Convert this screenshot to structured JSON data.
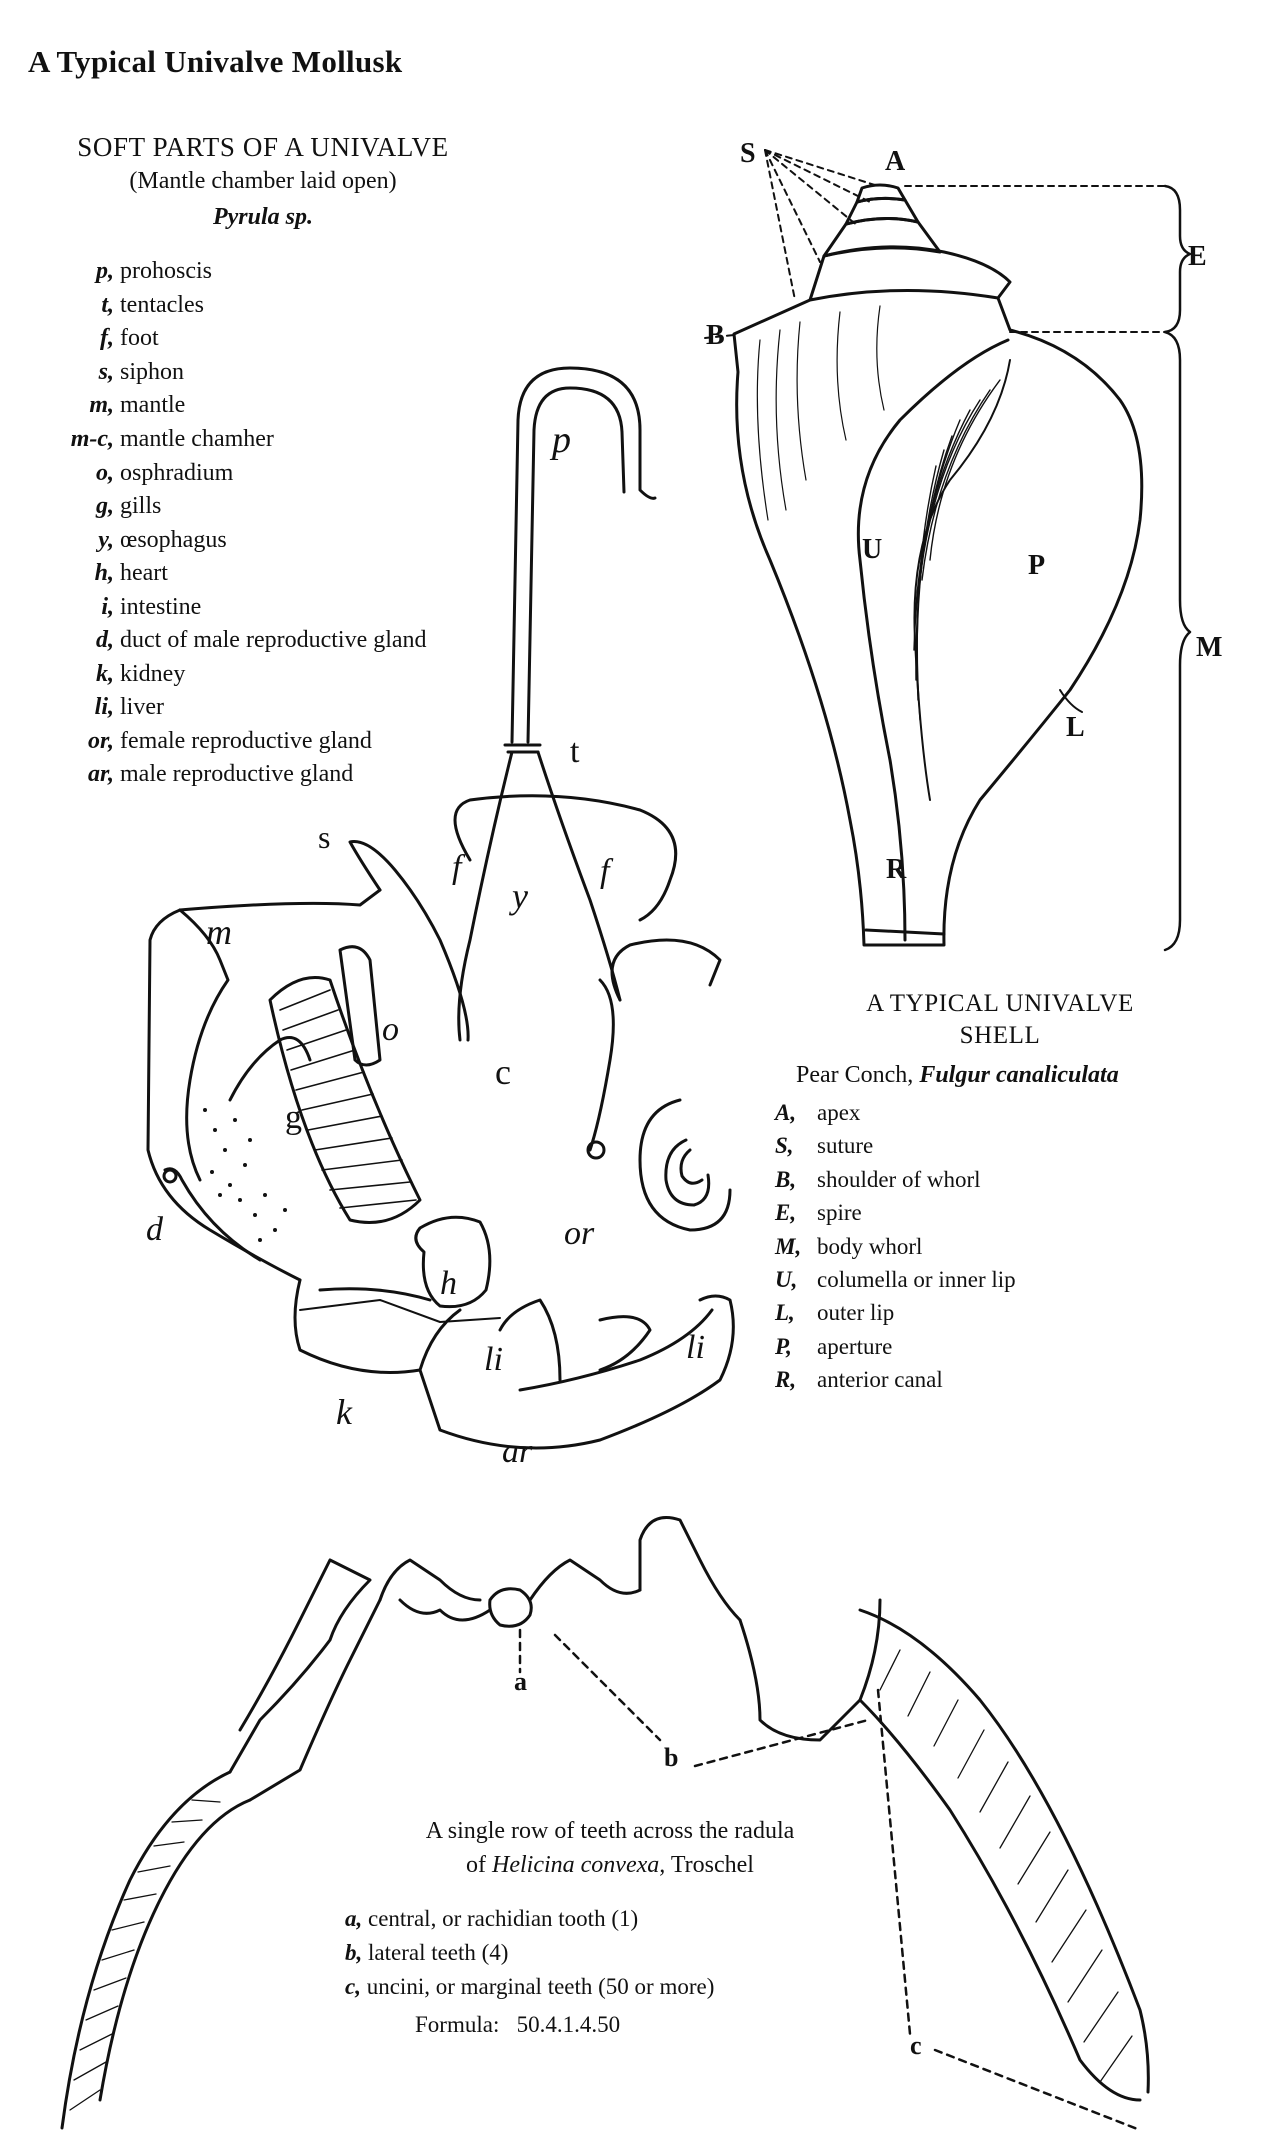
{
  "page_title": "A Typical Univalve Mollusk",
  "soft_parts": {
    "heading": "SOFT PARTS OF A UNIVALVE",
    "subheading": "(Mantle chamber laid open)",
    "genus": "Pyrula sp.",
    "legend": [
      {
        "abbr": "p,",
        "desc": "prohoscis"
      },
      {
        "abbr": "t,",
        "desc": "tentacles"
      },
      {
        "abbr": "f,",
        "desc": "foot"
      },
      {
        "abbr": "s,",
        "desc": "siphon"
      },
      {
        "abbr": "m,",
        "desc": "mantle"
      },
      {
        "abbr": "m-c,",
        "desc": "mantle chamher"
      },
      {
        "abbr": "o,",
        "desc": "osphradium"
      },
      {
        "abbr": "g,",
        "desc": "gills"
      },
      {
        "abbr": "y,",
        "desc": "œsophagus"
      },
      {
        "abbr": "h,",
        "desc": "heart"
      },
      {
        "abbr": "i,",
        "desc": "intestine"
      },
      {
        "abbr": "d,",
        "desc": "duct of male reproductive gland"
      },
      {
        "abbr": "k,",
        "desc": "kidney"
      },
      {
        "abbr": "li,",
        "desc": "liver"
      },
      {
        "abbr": "or,",
        "desc": "female reproductive gland"
      },
      {
        "abbr": "ar,",
        "desc": "male reproductive gland"
      }
    ],
    "figure_labels": {
      "p": "p",
      "t": "t",
      "s": "s",
      "f1": "f",
      "f2": "f",
      "y": "y",
      "m": "m",
      "o": "o",
      "c": "c",
      "g": "g",
      "d": "d",
      "or": "or",
      "h": "h",
      "li1": "li",
      "li2": "li",
      "k": "k",
      "ar": "ar"
    }
  },
  "shell": {
    "title_line1": "A TYPICAL UNIVALVE",
    "title_line2": "SHELL",
    "common_name": "Pear Conch,",
    "species": "Fulgur canaliculata",
    "legend": [
      {
        "abbr": "A,",
        "desc": "apex"
      },
      {
        "abbr": "S,",
        "desc": "suture"
      },
      {
        "abbr": "B,",
        "desc": "shoulder of whorl"
      },
      {
        "abbr": "E,",
        "desc": "spire"
      },
      {
        "abbr": "M,",
        "desc": "body whorl"
      },
      {
        "abbr": "U,",
        "desc": "columella or inner lip"
      },
      {
        "abbr": "L,",
        "desc": "outer lip"
      },
      {
        "abbr": "P,",
        "desc": "aperture"
      },
      {
        "abbr": "R,",
        "desc": "anterior canal"
      }
    ],
    "figure_labels": {
      "S": "S",
      "A": "A",
      "E": "E",
      "B": "B",
      "U": "U",
      "P": "P",
      "M": "M",
      "L": "L",
      "R": "R"
    }
  },
  "radula": {
    "caption_line1": "A single row of teeth across the radula",
    "caption_line2_pre": "of",
    "caption_species": "Helicina convexa,",
    "caption_author": "Troschel",
    "legend": [
      {
        "abbr": "a,",
        "desc": "central, or rachidian tooth (1)"
      },
      {
        "abbr": "b,",
        "desc": "lateral teeth (4)"
      },
      {
        "abbr": "c,",
        "desc": "uncini, or marginal teeth (50 or more)"
      }
    ],
    "formula_label": "Formula:",
    "formula": "50.4.1.4.50",
    "figure_labels": {
      "a": "a",
      "b": "b",
      "c": "c"
    }
  }
}
